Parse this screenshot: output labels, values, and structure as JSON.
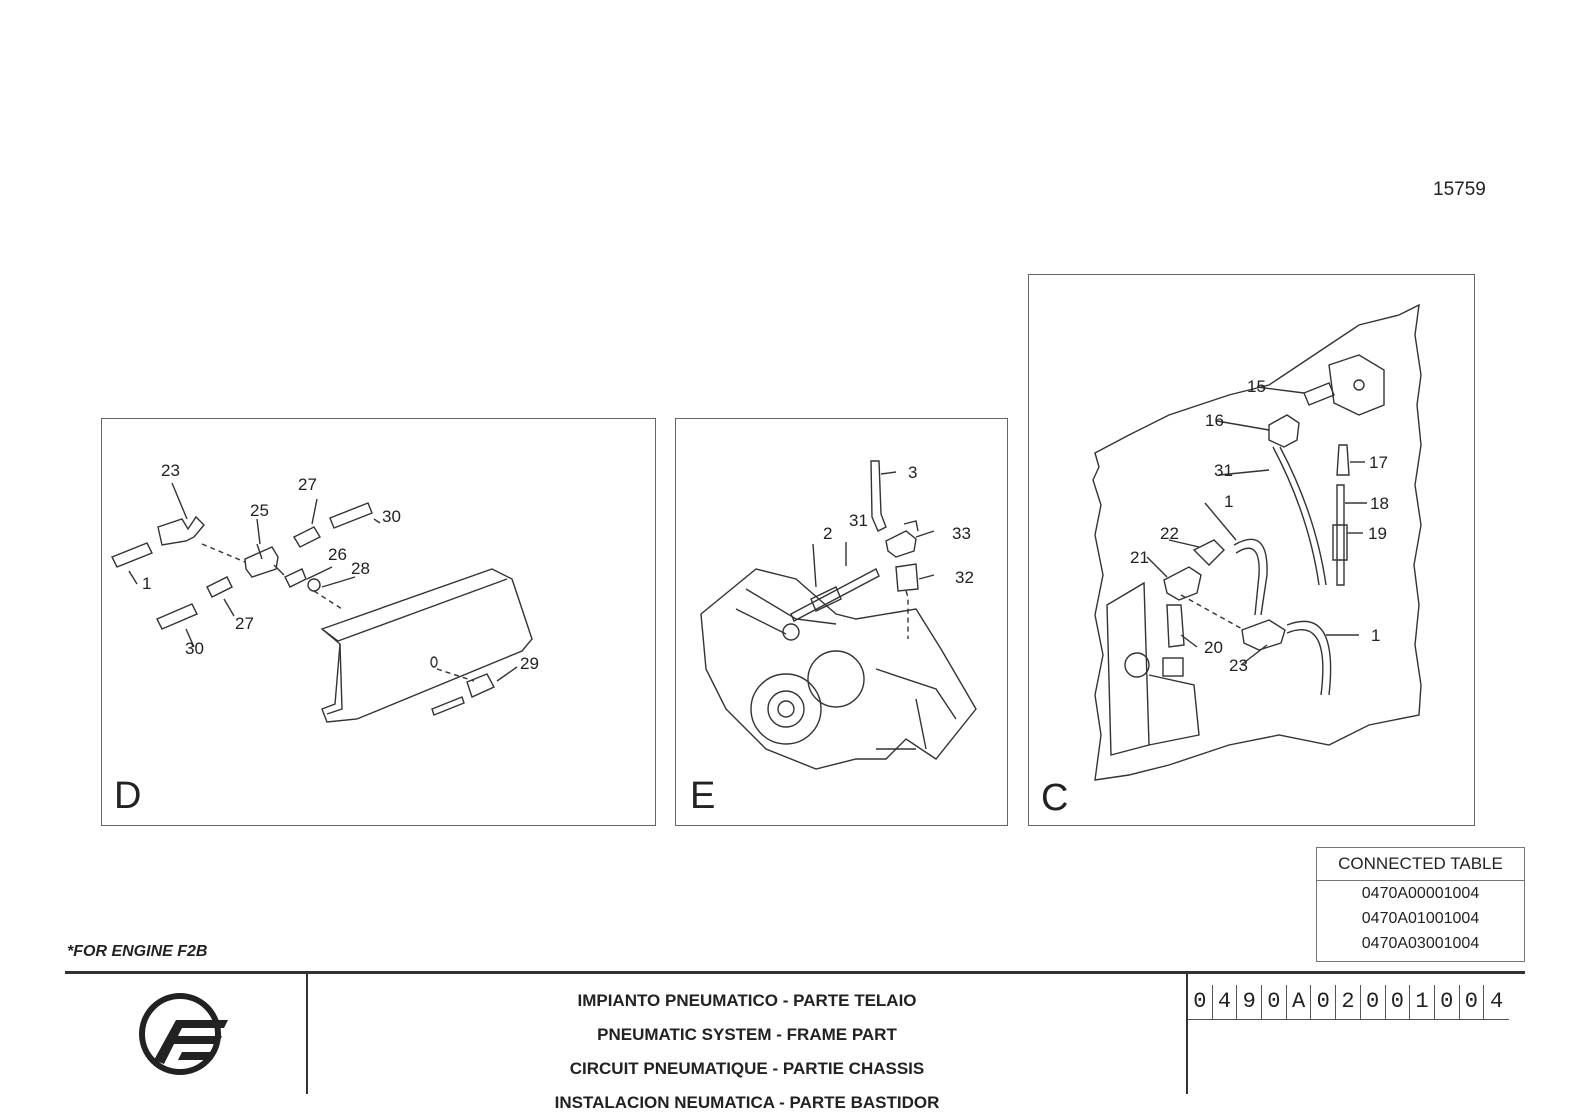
{
  "figure_number": "15759",
  "panels": [
    {
      "id": "D",
      "letter": "D"
    },
    {
      "id": "E",
      "letter": "E"
    },
    {
      "id": "C",
      "letter": "C"
    }
  ],
  "callouts": {
    "D": [
      "23",
      "27",
      "30",
      "25",
      "1",
      "26",
      "28",
      "27",
      "30",
      "29"
    ],
    "E": [
      "3",
      "2",
      "31",
      "33",
      "32"
    ],
    "C": [
      "15",
      "16",
      "17",
      "31",
      "18",
      "1",
      "19",
      "22",
      "21",
      "1",
      "20",
      "23"
    ]
  },
  "connected_table": {
    "header": "CONNECTED TABLE",
    "rows": [
      "0470A00001004",
      "0470A01001004",
      "0470A03001004"
    ]
  },
  "engine_note": "*FOR ENGINE F2B",
  "title_block": {
    "lines": [
      "IMPIANTO PNEUMATICO - PARTE TELAIO",
      "PNEUMATIC SYSTEM - FRAME PART",
      "CIRCUIT PNEUMATIQUE - PARTIE CHASSIS",
      "INSTALACION NEUMATICA - PARTE BASTIDOR"
    ],
    "code_chars": [
      "0",
      "4",
      "9",
      "0",
      "A",
      "0",
      "2",
      "0",
      "0",
      "1",
      "0",
      "0",
      "4"
    ]
  }
}
